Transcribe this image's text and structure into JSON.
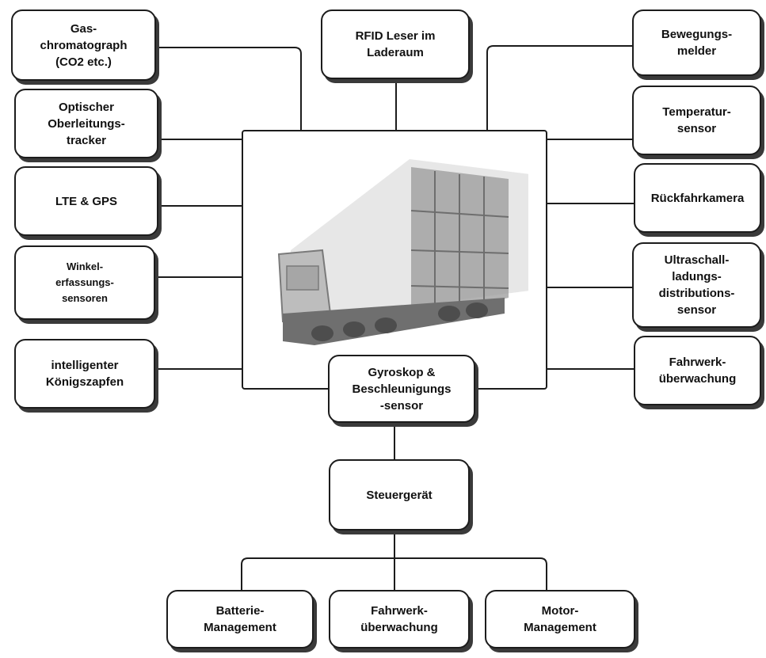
{
  "diagram": {
    "top": {
      "rfid": "RFID Leser im\nLaderaum"
    },
    "left": {
      "gas": "Gas-\nchromatograph\n(CO2 etc.)",
      "optical": "Optischer\nOberleitungs-\ntracker",
      "lte": "LTE & GPS",
      "angle": "Winkel-\nerfassungs-\nsensoren",
      "kingpin": "intelligenter\nKönigszapfen"
    },
    "right": {
      "motion": "Bewegungs-\nmelder",
      "temperature": "Temperatur-\nsensor",
      "camera": "Rückfahrkamera",
      "ultrasonic": "Ultraschall-\nladungs-\ndistributions-\nsensor",
      "chassis": "Fahrwerk-\nüberwachung"
    },
    "center": {
      "gyro": "Gyroskop &\nBeschleunigungs\n-sensor",
      "control_unit": "Steuergerät"
    },
    "bottom": {
      "battery": "Batterie-\nManagement",
      "chassis": "Fahrwerk-\nüberwachung",
      "motor": "Motor-\nManagement"
    }
  },
  "colors": {
    "line": "#1c1c1c",
    "shadow": "#3a3a3a",
    "truck": "#8a8a8a"
  }
}
